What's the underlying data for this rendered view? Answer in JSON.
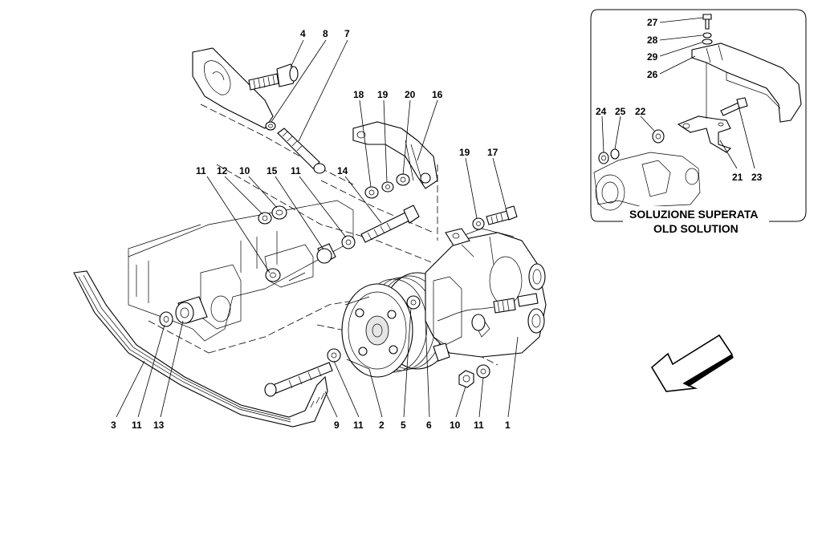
{
  "callouts": {
    "n1": "1",
    "n2": "2",
    "n3": "3",
    "n4": "4",
    "n5": "5",
    "n6": "6",
    "n7": "7",
    "n8": "8",
    "n9": "9",
    "n10a": "10",
    "n10b": "10",
    "n11a": "11",
    "n11b": "11",
    "n11c": "11",
    "n11d": "11",
    "n11e": "11",
    "n12": "12",
    "n13": "13",
    "n14": "14",
    "n15": "15",
    "n16": "16",
    "n17": "17",
    "n18": "18",
    "n19a": "19",
    "n19b": "19",
    "n20": "20",
    "n21": "21",
    "n22": "22",
    "n23": "23",
    "n24": "24",
    "n25": "25",
    "n26": "26",
    "n27": "27",
    "n28": "28",
    "n29": "29"
  },
  "inset": {
    "caption_it": "SOLUZIONE SUPERATA",
    "caption_en": "OLD SOLUTION"
  },
  "icons": {
    "direction": "direction-arrow-icon"
  }
}
